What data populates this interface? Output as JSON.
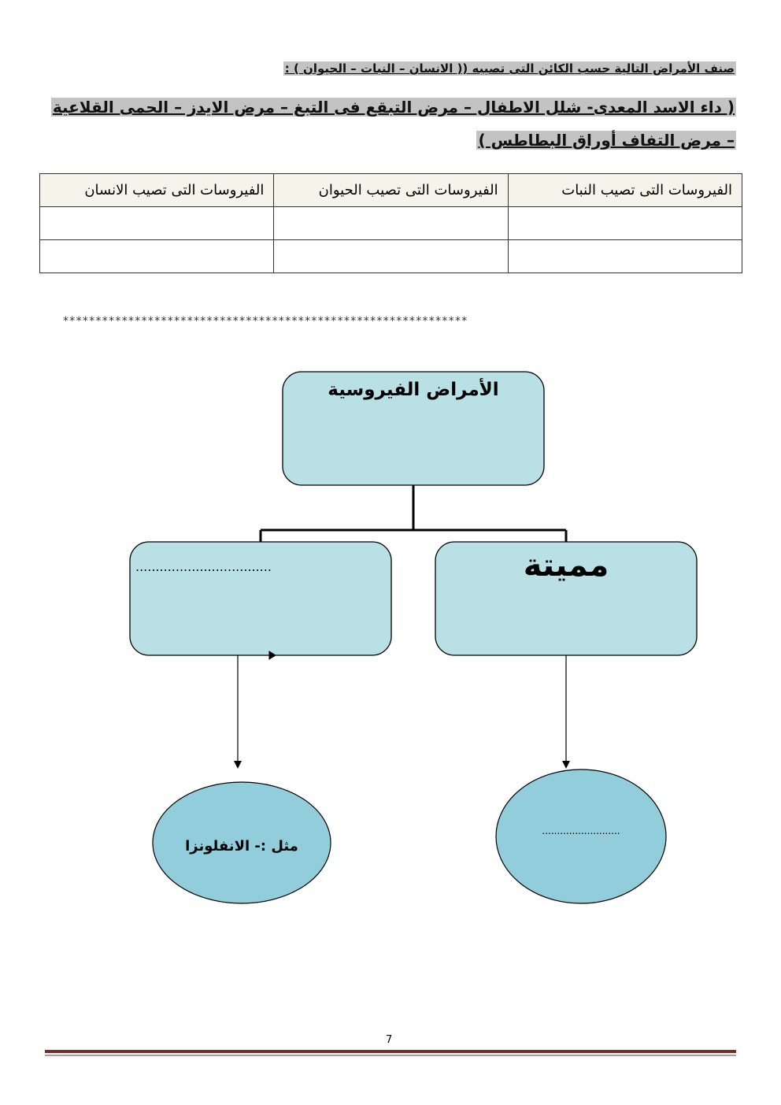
{
  "instruction": "صنف الأمراض التالية حسب الكائن التى تصيبه (( الانسان – النبات – الحيوان ) :",
  "diseases_line1": "( داء الاسد المعدى- شلل الاطفال – مرض التبقع فى التبغ – مرض الايدز – الحمى القلاعية",
  "diseases_line2": "– مرض التفاف أوراق البطاطس )",
  "table": {
    "headers": [
      "الفيروسات التى تصيب النبات",
      "الفيروسات التى تصيب الحيوان",
      "الفيروسات التى تصيب الانسان"
    ]
  },
  "separator": "**************************************************************",
  "diagram": {
    "root": "الأمراض الفيروسية",
    "right_box": "مميتة",
    "left_box": "..................................",
    "left_example": "مثل :- الانفلونزا",
    "right_example": ".........................."
  },
  "page_number": "7",
  "colors": {
    "box": "#b9e1e5",
    "ellipse": "#92cddc",
    "footer": "#7a2b2b"
  }
}
